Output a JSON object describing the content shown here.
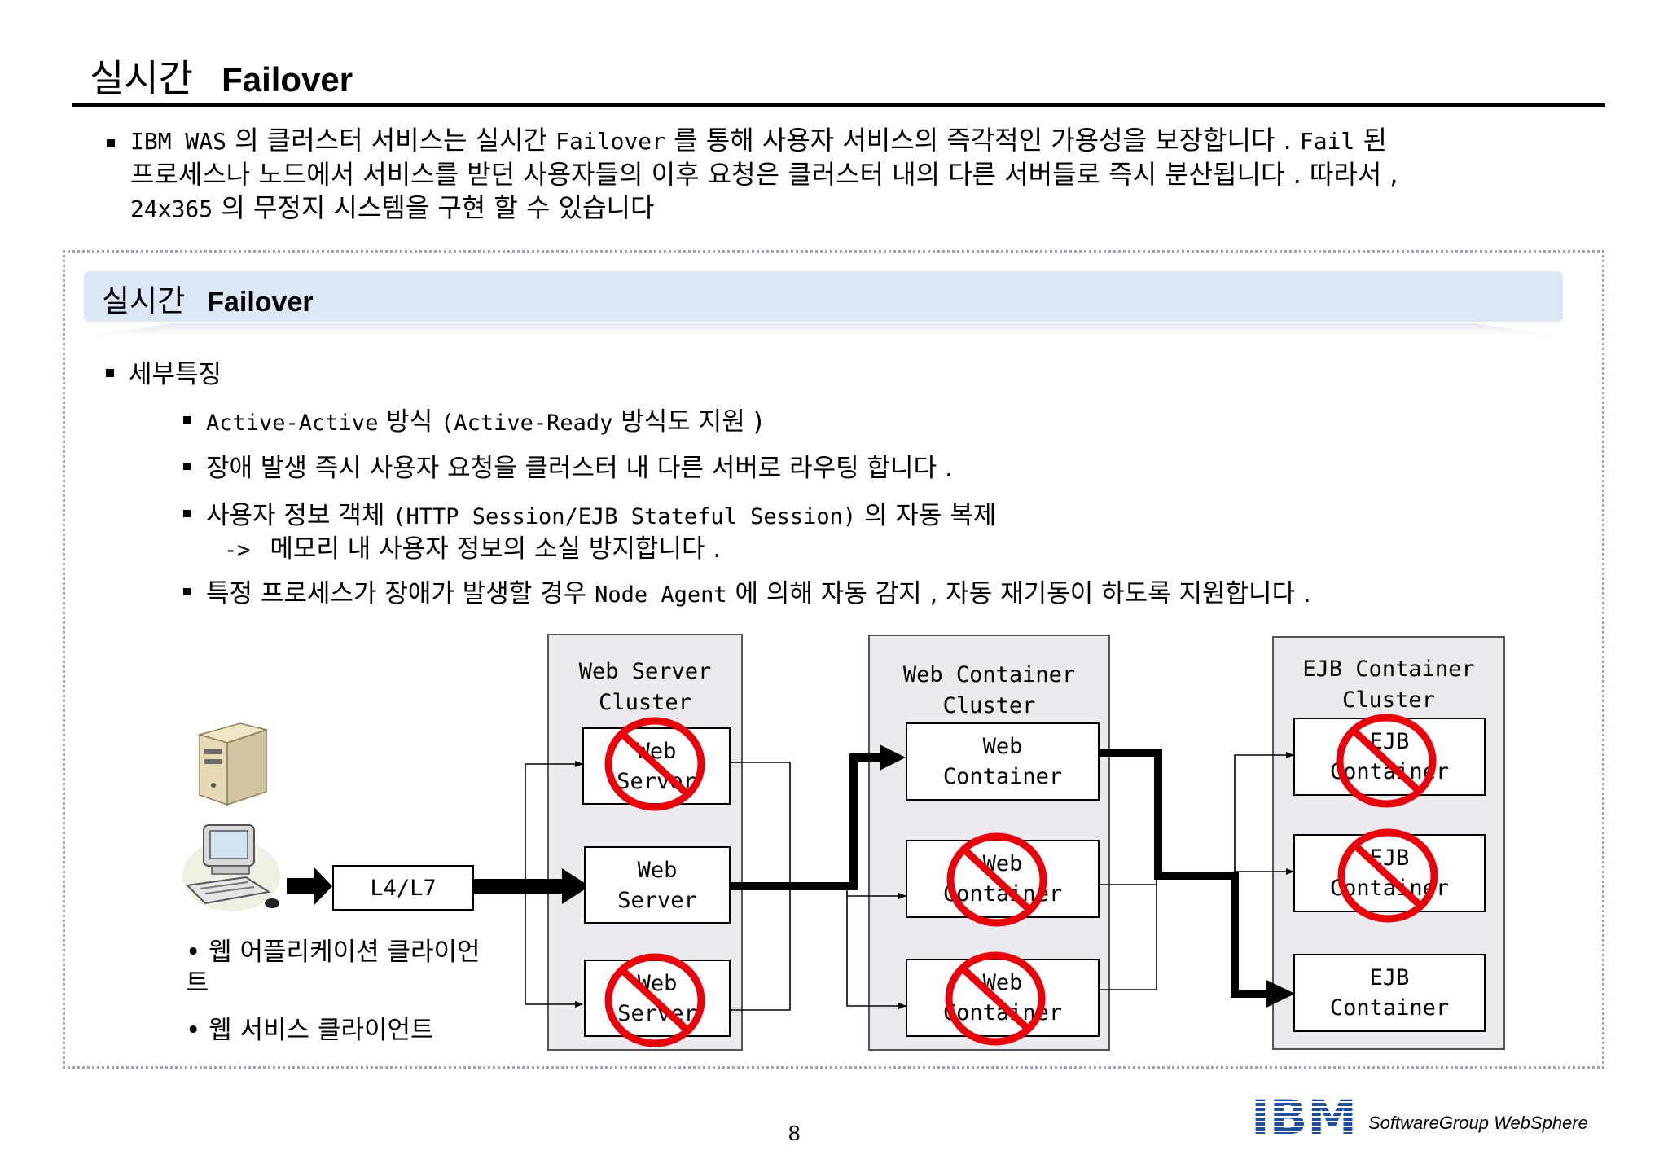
{
  "header": {
    "title_ko": "실시간",
    "title_en": "Failover"
  },
  "intro": {
    "line1_p1": "IBM WAS",
    "line1_p2": " 의 클러스터 서비스는 실시간 ",
    "line1_p3": "Failover",
    "line1_p4": " 를 통해 사용자 서비스의 즉각적인 가용성을 보장합니다 . ",
    "line1_p5": "Fail",
    "line1_p6": " 된",
    "line2": "프로세스나 노드에서 서비스를 받던 사용자들의 이후 요청은 클러스터 내의 다른 서버들로 즉시 분산됩니다 .  따라서 ,",
    "line3_p1": "24x365",
    "line3_p2": " 의 무정지 시스템을 구현 할 수 있습니다"
  },
  "section": {
    "title_ko": "실시간",
    "title_en": "Failover"
  },
  "features": {
    "heading": "세부특징",
    "f1_p1": "Active-Active",
    "f1_p2": " 방식 ",
    "f1_p3": "(Active-Ready",
    "f1_p4": " 방식도 지원 )",
    "f2": "장애 발생 즉시 사용자 요청을 클러스터 내 다른 서버로 라우팅 합니다 .",
    "f3_p1": "사용자 정보 객체 ",
    "f3_p2": "(HTTP Session/EJB Stateful Session)",
    "f3_p3": " 의 자동 복제",
    "f3_arrow": "->",
    "f3_line2": " 메모리 내 사용자 정보의 소실 방지합니다 .",
    "f4_p1": "특정 프로세스가 장애가 발생할 경우 ",
    "f4_p2": "Node Agent",
    "f4_p3": " 에 의해 자동 감지 ,  자동 재기동이 하도록 지원합니다 ."
  },
  "diagram": {
    "lb_label": "L4/L7",
    "clients": [
      "웹 어플리케이션 클라이언트",
      "웹 서비스 클라이언트"
    ],
    "client_line1": "웹 어플리케이션 클라이언",
    "client_line1_wrap": "트",
    "web_server_cluster": "Web Server\nCluster",
    "web_container_cluster": "Web Container\nCluster",
    "ejb_container_cluster": "EJB Container\nCluster",
    "ws1": "Web\nServer",
    "ws2": "Web\nServer",
    "ws3": "Web\nServer",
    "wc1": "Web\nContainer",
    "wc2": "Web\nContainer",
    "wc3": "Web\nContainer",
    "ejb1": "EJB\nContainer",
    "ejb2": "EJB\nContainer",
    "ejb3": "EJB\nContainer",
    "failed_color": "#e8000b"
  },
  "footer": {
    "page_number": "8",
    "brand": "IBM",
    "division": "SoftwareGroup WebSphere",
    "brand_color": "#1f4e9a"
  }
}
